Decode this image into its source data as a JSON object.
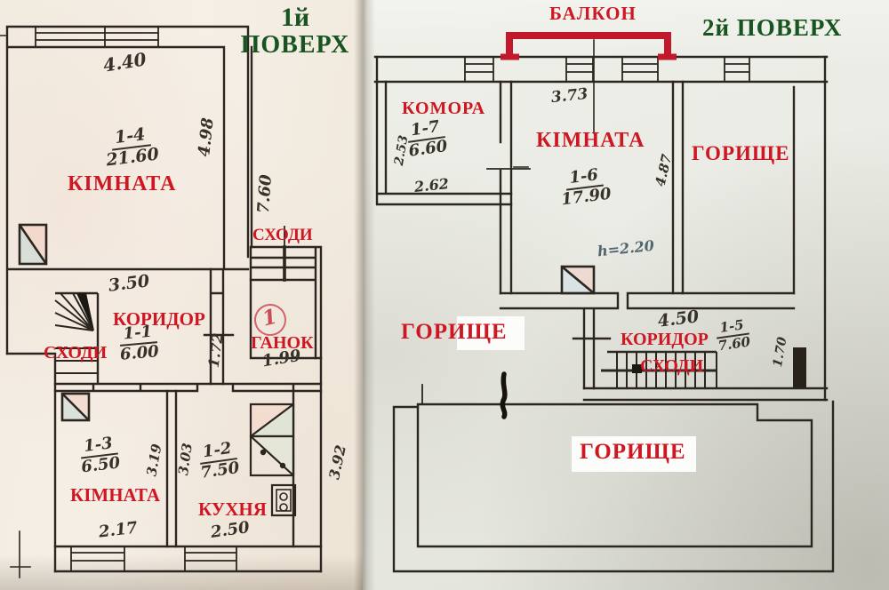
{
  "palette": {
    "label_red": "#ce1722",
    "title_green": "#175420",
    "ink": "#2b2620",
    "balcony_red": "#c2182b"
  },
  "floor1": {
    "title_top": "1й",
    "title_bottom": "ПОВЕРХ",
    "rooms": {
      "room14": {
        "code": "1-4",
        "area": "21.60",
        "name": "КІМНАТА"
      },
      "corridor": {
        "code": "1-1",
        "area": "6.00",
        "name": "КОРИДОР",
        "width": "3.50"
      },
      "room13": {
        "code": "1-3",
        "area": "6.50",
        "name": "КІМНАТА"
      },
      "kitchen": {
        "code": "1-2",
        "area": "7.50",
        "name": "КУХНЯ"
      },
      "porch": {
        "name": "ГАНОК",
        "mark": "1",
        "width": "1.99"
      },
      "stairs_entry": {
        "name": "СХОДИ"
      },
      "stairs_inner": {
        "name": "СХОДИ"
      }
    },
    "dims": {
      "top_width": "4.40",
      "room14_height": "4.98",
      "right_height": "7.60",
      "hall_gap": "1.72",
      "room13_height": "3.19",
      "kitchen_height": "3.03",
      "room13_width": "2.17",
      "kitchen_width": "2.50",
      "outer_right": "3.92"
    }
  },
  "floor2": {
    "title": "2й ПОВЕРХ",
    "balcony_label": "БАЛКОН",
    "rooms": {
      "komora": {
        "code": "1-7",
        "area": "6.60",
        "name": "КОМОРА",
        "height": "2.53",
        "width": "2.62"
      },
      "room16": {
        "code": "1-6",
        "area": "17.90",
        "name": "КІМНАТА",
        "top_width": "3.73",
        "height": "4.87",
        "ceiling": "h=2.20"
      },
      "attic_right": {
        "name": "ГОРИЩЕ"
      },
      "attic_left": {
        "name": "ГОРИЩЕ"
      },
      "attic_bottom": {
        "name": "ГОРИЩЕ"
      },
      "corridor": {
        "code": "1-5",
        "area": "7.60",
        "name": "КОРИДОР",
        "width": "4.50"
      },
      "stairs": {
        "name": "СХОДИ"
      },
      "window_dim": "1.70"
    }
  }
}
